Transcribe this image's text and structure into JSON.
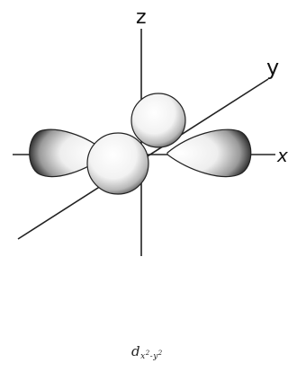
{
  "figure": {
    "axes": {
      "z_label": "z",
      "y_label": "y",
      "x_label": "x"
    },
    "caption": {
      "symbol": "d",
      "subscript_part1": "x",
      "superscript_1": "2",
      "subscript_sep": "-",
      "subscript_part2": "y",
      "superscript_2": "2"
    }
  }
}
